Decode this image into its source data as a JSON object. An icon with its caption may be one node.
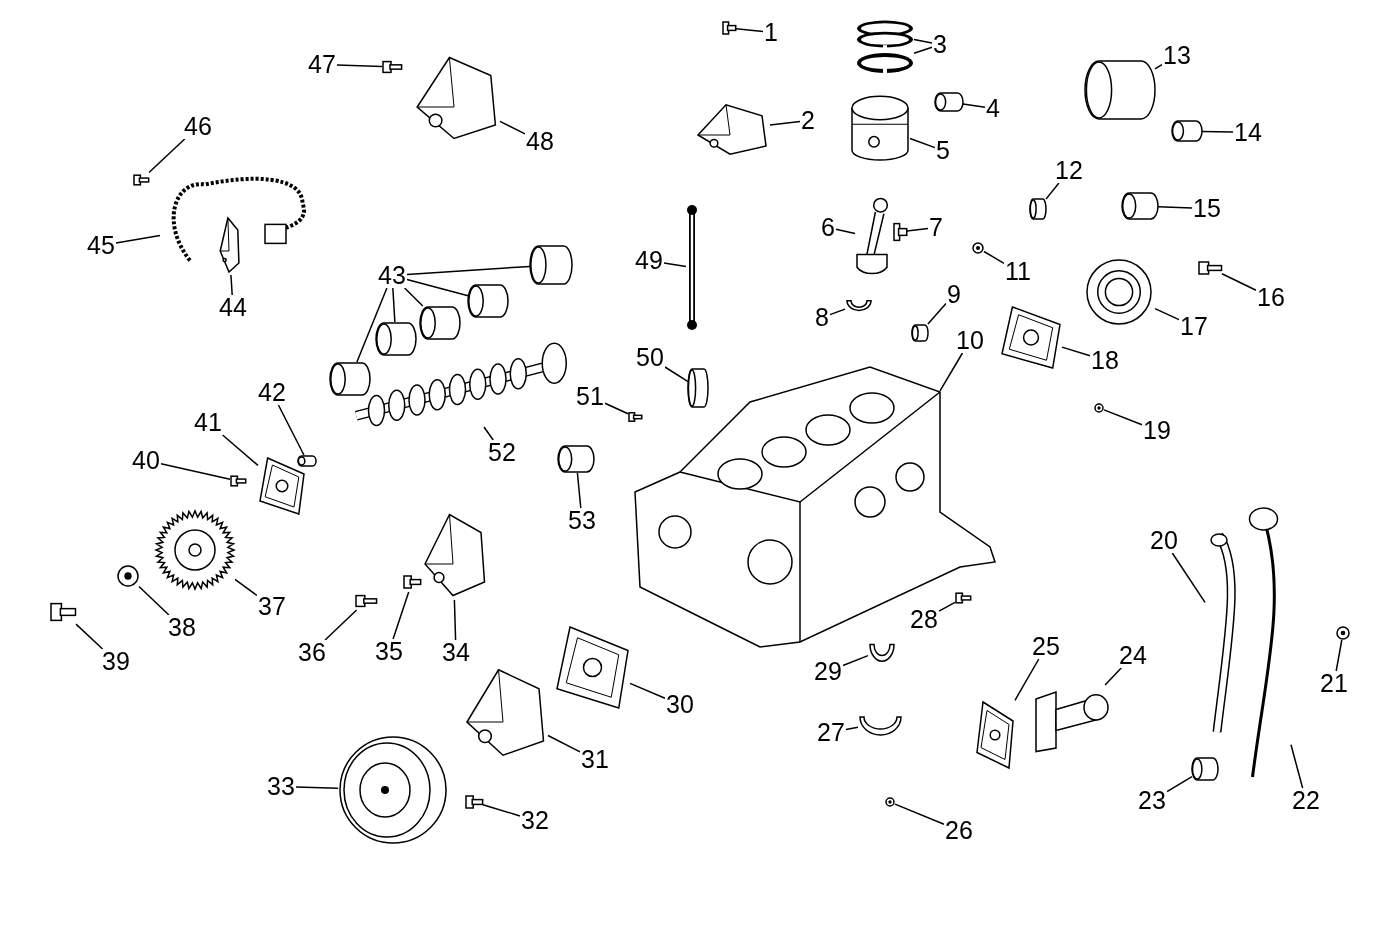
{
  "diagram": {
    "nodes": [
      {
        "text": [
          "1"
        ]
      },
      {
        "text": [
          "2"
        ]
      },
      {
        "text": [
          "3"
        ]
      },
      {
        "text": [
          "4"
        ]
      },
      {
        "text": [
          "5"
        ]
      },
      {
        "text": [
          "6"
        ]
      },
      {
        "text": [
          "7"
        ]
      },
      {
        "text": [
          "8"
        ]
      },
      {
        "text": [
          "9"
        ]
      },
      {
        "text": [
          "10"
        ]
      },
      {
        "text": [
          "11"
        ]
      },
      {
        "text": [
          "12"
        ]
      },
      {
        "text": [
          "13"
        ]
      },
      {
        "text": [
          "14"
        ]
      },
      {
        "text": [
          "15"
        ]
      },
      {
        "text": [
          "16"
        ]
      },
      {
        "text": [
          "17"
        ]
      },
      {
        "text": [
          "18"
        ]
      },
      {
        "text": [
          "19"
        ]
      },
      {
        "text": [
          "20"
        ]
      },
      {
        "text": [
          "21"
        ]
      },
      {
        "text": [
          "22"
        ]
      },
      {
        "text": [
          "23"
        ]
      },
      {
        "text": [
          "24"
        ]
      },
      {
        "text": [
          "25"
        ]
      },
      {
        "text": [
          "26"
        ]
      },
      {
        "text": [
          "27"
        ]
      },
      {
        "text": [
          "28"
        ]
      },
      {
        "text": [
          "29"
        ]
      },
      {
        "text": [
          "30"
        ]
      },
      {
        "text": [
          "31"
        ]
      },
      {
        "text": [
          "32"
        ]
      },
      {
        "text": [
          "33"
        ]
      },
      {
        "text": [
          "34"
        ]
      },
      {
        "text": [
          "35"
        ]
      },
      {
        "text": [
          "36"
        ]
      },
      {
        "text": [
          "37"
        ]
      },
      {
        "text": [
          "38"
        ]
      },
      {
        "text": [
          "39"
        ]
      },
      {
        "text": [
          "40"
        ]
      },
      {
        "text": [
          "41"
        ]
      },
      {
        "text": [
          "42"
        ]
      },
      {
        "text": [
          "43"
        ]
      },
      {
        "text": [
          "44"
        ]
      },
      {
        "text": [
          "45"
        ]
      },
      {
        "text": [
          "46"
        ]
      },
      {
        "text": [
          "47"
        ]
      },
      {
        "text": [
          "48"
        ]
      },
      {
        "text": [
          "49"
        ]
      },
      {
        "text": [
          "50"
        ]
      },
      {
        "text": [
          "51"
        ]
      },
      {
        "text": [
          "52"
        ]
      },
      {
        "text": [
          "53"
        ]
      },
      {
        "text": [],
        "shape": "picture"
      },
      {
        "text": [],
        "shape": "picture"
      },
      {
        "text": [],
        "shape": "picture"
      },
      {
        "text": [],
        "shape": "picture"
      },
      {
        "text": [],
        "shape": "picture"
      },
      {
        "text": [],
        "shape": "picture"
      },
      {
        "text": [],
        "shape": "picture"
      },
      {
        "text": [],
        "shape": "picture"
      },
      {
        "text": [],
        "shape": "picture"
      },
      {
        "text": [],
        "shape": "picture"
      },
      {
        "text": [],
        "shape": "picture"
      },
      {
        "text": [],
        "shape": "picture"
      },
      {
        "text": [],
        "shape": "picture"
      },
      {
        "text": [],
        "shape": "picture"
      },
      {
        "text": [],
        "shape": "picture"
      },
      {
        "text": [],
        "shape": "picture"
      },
      {
        "text": [],
        "shape": "picture"
      },
      {
        "text": [],
        "shape": "picture"
      },
      {
        "text": [],
        "shape": "picture"
      },
      {
        "text": [],
        "shape": "picture"
      },
      {
        "text": [],
        "shape": "picture"
      },
      {
        "text": [],
        "shape": "picture"
      },
      {
        "text": [],
        "shape": "picture"
      },
      {
        "text": [],
        "shape": "picture"
      },
      {
        "text": [],
        "shape": "picture"
      },
      {
        "text": [],
        "shape": "picture"
      },
      {
        "text": [],
        "shape": "picture"
      },
      {
        "text": [],
        "shape": "picture"
      },
      {
        "text": [],
        "shape": "picture"
      },
      {
        "text": [],
        "shape": "picture"
      },
      {
        "text": [],
        "shape": "picture"
      },
      {
        "text": [],
        "shape": "picture"
      },
      {
        "text": [],
        "shape": "picture"
      },
      {
        "text": [],
        "shape": "picture"
      },
      {
        "text": [],
        "shape": "picture"
      },
      {
        "text": [],
        "shape": "picture"
      },
      {
        "text": [],
        "shape": "picture"
      },
      {
        "text": [],
        "shape": "picture"
      },
      {
        "text": [],
        "shape": "picture"
      },
      {
        "text": [],
        "shape": "picture"
      },
      {
        "text": [],
        "shape": "picture"
      },
      {
        "text": [],
        "shape": "picture"
      },
      {
        "text": [],
        "shape": "picture"
      },
      {
        "text": [],
        "shape": "picture"
      },
      {
        "text": [],
        "shape": "picture"
      },
      {
        "text": [],
        "shape": "picture"
      },
      {
        "text": [],
        "shape": "picture"
      },
      {
        "text": [],
        "shape": "picture"
      },
      {
        "text": [],
        "shape": "picture"
      },
      {
        "text": [],
        "shape": "picture"
      },
      {
        "text": [],
        "shape": "picture"
      },
      {
        "text": [],
        "shape": "picture"
      },
      {
        "text": [],
        "shape": "picture"
      },
      {
        "text": [],
        "shape": "picture"
      },
      {
        "text": [],
        "shape": "picture"
      },
      {
        "text": [],
        "shape": "picture"
      },
      {
        "text": [],
        "shape": "picture"
      },
      {
        "text": [],
        "shape": "picture"
      }
    ],
    "edges": [
      {
        "from": 0,
        "to": 53,
        "arrow": "none"
      },
      {
        "from": 1,
        "to": 54,
        "arrow": "none"
      },
      {
        "from": 2,
        "to": 55,
        "arrow": "none"
      },
      {
        "from": 2,
        "to": 56,
        "arrow": "none"
      },
      {
        "from": 3,
        "to": 57,
        "arrow": "none"
      },
      {
        "from": 4,
        "to": 58,
        "arrow": "none"
      },
      {
        "from": 5,
        "to": 59,
        "arrow": "none"
      },
      {
        "from": 6,
        "to": 60,
        "arrow": "none"
      },
      {
        "from": 7,
        "to": 61,
        "arrow": "none"
      },
      {
        "from": 8,
        "to": 62,
        "arrow": "none"
      },
      {
        "from": 9,
        "to": 63,
        "arrow": "none"
      },
      {
        "from": 10,
        "to": 64,
        "arrow": "none"
      },
      {
        "from": 11,
        "to": 65,
        "arrow": "none"
      },
      {
        "from": 12,
        "to": 66,
        "arrow": "none"
      },
      {
        "from": 13,
        "to": 67,
        "arrow": "none"
      },
      {
        "from": 14,
        "to": 68,
        "arrow": "none"
      },
      {
        "from": 15,
        "to": 69,
        "arrow": "none"
      },
      {
        "from": 16,
        "to": 70,
        "arrow": "none"
      },
      {
        "from": 17,
        "to": 71,
        "arrow": "none"
      },
      {
        "from": 18,
        "to": 72,
        "arrow": "none"
      },
      {
        "from": 19,
        "to": 73,
        "arrow": "none"
      },
      {
        "from": 20,
        "to": 74,
        "arrow": "none"
      },
      {
        "from": 21,
        "to": 75,
        "arrow": "none"
      },
      {
        "from": 22,
        "to": 76,
        "arrow": "none"
      },
      {
        "from": 23,
        "to": 77,
        "arrow": "none"
      },
      {
        "from": 24,
        "to": 78,
        "arrow": "none"
      },
      {
        "from": 25,
        "to": 79,
        "arrow": "none"
      },
      {
        "from": 26,
        "to": 80,
        "arrow": "none"
      },
      {
        "from": 27,
        "to": 81,
        "arrow": "none"
      },
      {
        "from": 28,
        "to": 82,
        "arrow": "none"
      },
      {
        "from": 29,
        "to": 83,
        "arrow": "none"
      },
      {
        "from": 30,
        "to": 84,
        "arrow": "none"
      },
      {
        "from": 31,
        "to": 85,
        "arrow": "none"
      },
      {
        "from": 32,
        "to": 86,
        "arrow": "none"
      },
      {
        "from": 33,
        "to": 87,
        "arrow": "none"
      },
      {
        "from": 34,
        "to": 88,
        "arrow": "none"
      },
      {
        "from": 35,
        "to": 89,
        "arrow": "none"
      },
      {
        "from": 36,
        "to": 90,
        "arrow": "none"
      },
      {
        "from": 37,
        "to": 91,
        "arrow": "none"
      },
      {
        "from": 38,
        "to": 92,
        "arrow": "none"
      },
      {
        "from": 39,
        "to": 93,
        "arrow": "none"
      },
      {
        "from": 40,
        "to": 94,
        "arrow": "none"
      },
      {
        "from": 41,
        "to": 95,
        "arrow": "none"
      },
      {
        "from": 42,
        "to": 96,
        "arrow": "none"
      },
      {
        "from": 42,
        "to": 97,
        "arrow": "none"
      },
      {
        "from": 42,
        "to": 98,
        "arrow": "none"
      },
      {
        "from": 42,
        "to": 99,
        "arrow": "none"
      },
      {
        "from": 42,
        "to": 100,
        "arrow": "none"
      },
      {
        "from": 43,
        "to": 101,
        "arrow": "none"
      },
      {
        "from": 44,
        "to": 102,
        "arrow": "none"
      },
      {
        "from": 45,
        "to": 103,
        "arrow": "none"
      },
      {
        "from": 46,
        "to": 104,
        "arrow": "none"
      },
      {
        "from": 47,
        "to": 105,
        "arrow": "none"
      },
      {
        "from": 48,
        "to": 106,
        "arrow": "none"
      },
      {
        "from": 49,
        "to": 107,
        "arrow": "none"
      },
      {
        "from": 50,
        "to": 108,
        "arrow": "none"
      },
      {
        "from": 51,
        "to": 109,
        "arrow": "none"
      },
      {
        "from": 52,
        "to": 110,
        "arrow": "none"
      }
    ]
  }
}
